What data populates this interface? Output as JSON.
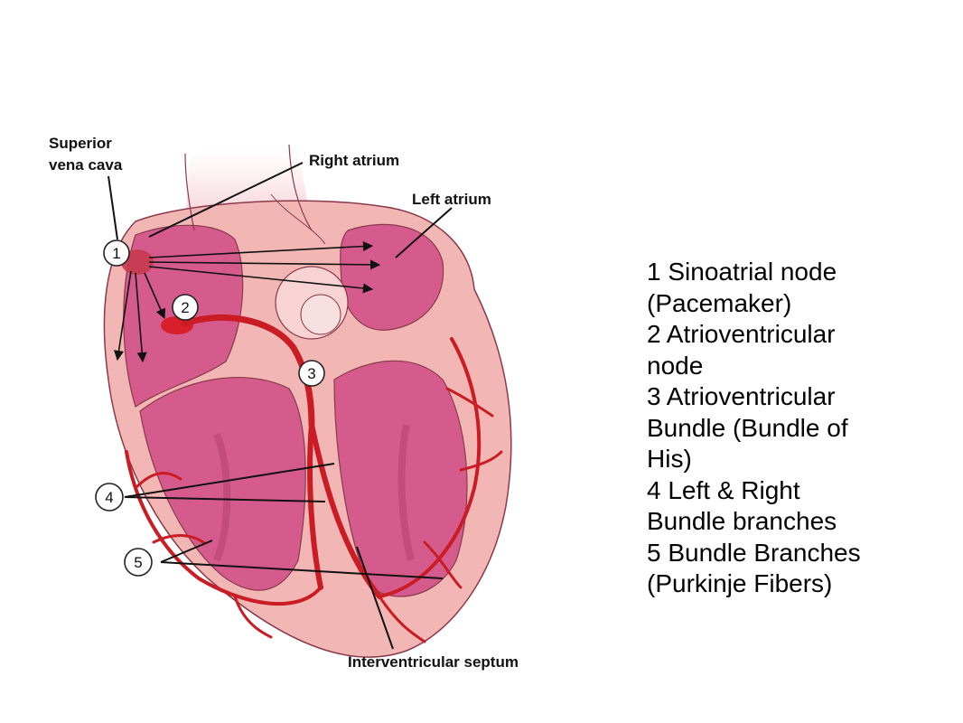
{
  "diagram": {
    "labels": {
      "svc_line1": "Superior",
      "svc_line2": "vena cava",
      "right_atrium": "Right atrium",
      "left_atrium": "Left atrium",
      "septum": "Interventricular septum"
    },
    "markers": [
      "1",
      "2",
      "3",
      "4",
      "5"
    ]
  },
  "legend": {
    "lines": [
      "1 Sinoatrial node",
      "(Pacemaker)",
      "2 Atrioventricular",
      "node",
      "3 Atrioventricular",
      "Bundle (Bundle of",
      "His)",
      "4 Left & Right",
      "Bundle branches",
      "5 Bundle Branches",
      "(Purkinje Fibers)"
    ]
  }
}
